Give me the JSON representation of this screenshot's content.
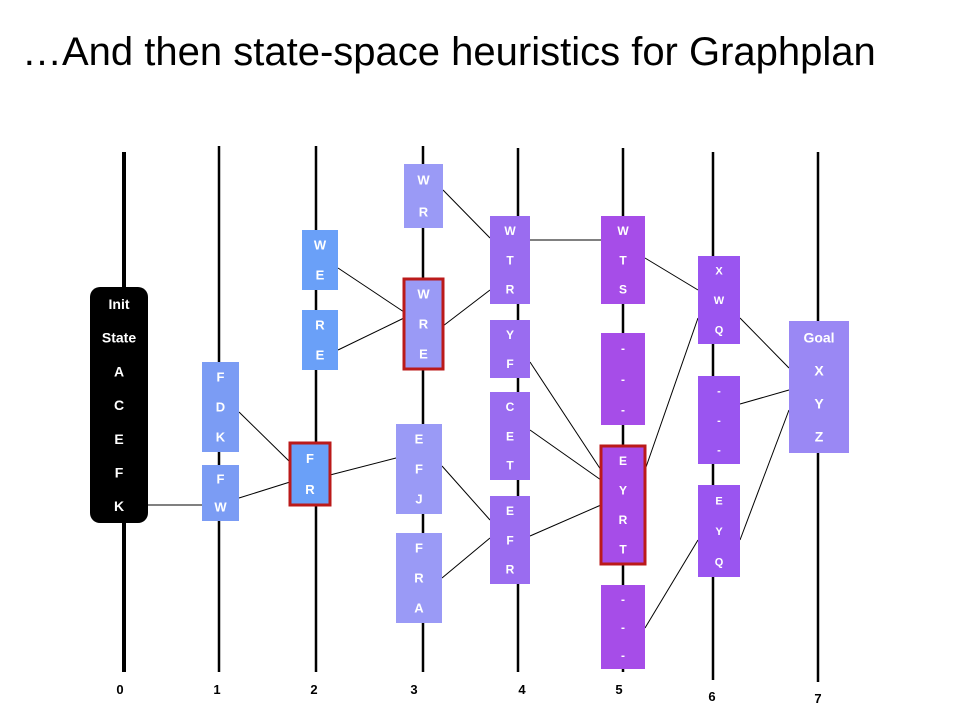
{
  "title": "…And then state-space heuristics for Graphplan",
  "colors": {
    "init": "#000000",
    "level1": "#7b9cf4",
    "level2": "#6aa0f8",
    "level3": "#9a9af6",
    "level4": "#9a6cf0",
    "level5": "#a64de8",
    "level6": "#9a55f0",
    "goal": "#9a88f4",
    "highlight": "#bb1a1a",
    "line": "#000000"
  },
  "levels": [
    "0",
    "1",
    "2",
    "3",
    "4",
    "5",
    "6",
    "7"
  ],
  "boxes": [
    {
      "id": "init",
      "lines": [
        "Init",
        "State",
        "A",
        "C",
        "E",
        "F",
        "K"
      ]
    },
    {
      "id": "l1-fdk",
      "lines": [
        "F",
        "D",
        "K"
      ]
    },
    {
      "id": "l1-fw",
      "lines": [
        "F",
        "W"
      ]
    },
    {
      "id": "l2-we",
      "lines": [
        "W",
        "E"
      ]
    },
    {
      "id": "l2-re",
      "lines": [
        "R",
        "E"
      ]
    },
    {
      "id": "l2-fr",
      "lines": [
        "F",
        "R"
      ]
    },
    {
      "id": "l3-wr",
      "lines": [
        "W",
        "R"
      ]
    },
    {
      "id": "l3-wre",
      "lines": [
        "W",
        "R",
        "E"
      ]
    },
    {
      "id": "l3-efj",
      "lines": [
        "E",
        "F",
        "J"
      ]
    },
    {
      "id": "l3-fra",
      "lines": [
        "F",
        "R",
        "A"
      ]
    },
    {
      "id": "l4-wtr",
      "lines": [
        "W",
        "T",
        "R"
      ]
    },
    {
      "id": "l4-yf",
      "lines": [
        "Y",
        "F"
      ]
    },
    {
      "id": "l4-cet",
      "lines": [
        "C",
        "E",
        "T"
      ]
    },
    {
      "id": "l4-efr",
      "lines": [
        "E",
        "F",
        "R"
      ]
    },
    {
      "id": "l5-wts",
      "lines": [
        "W",
        "T",
        "S"
      ]
    },
    {
      "id": "l5-dash1",
      "lines": [
        "-",
        "-",
        "-"
      ]
    },
    {
      "id": "l5-eyrt",
      "lines": [
        "E",
        "Y",
        "R",
        "T"
      ]
    },
    {
      "id": "l5-dash2",
      "lines": [
        "-",
        "-",
        "-"
      ]
    },
    {
      "id": "l6-xwq",
      "lines": [
        "X",
        "W",
        "Q"
      ]
    },
    {
      "id": "l6-dash",
      "lines": [
        "-",
        "-",
        "-"
      ]
    },
    {
      "id": "l6-eyq",
      "lines": [
        "E",
        "Y",
        "Q"
      ]
    },
    {
      "id": "goal",
      "lines": [
        "Goal",
        "X",
        "Y",
        "Z"
      ]
    }
  ]
}
